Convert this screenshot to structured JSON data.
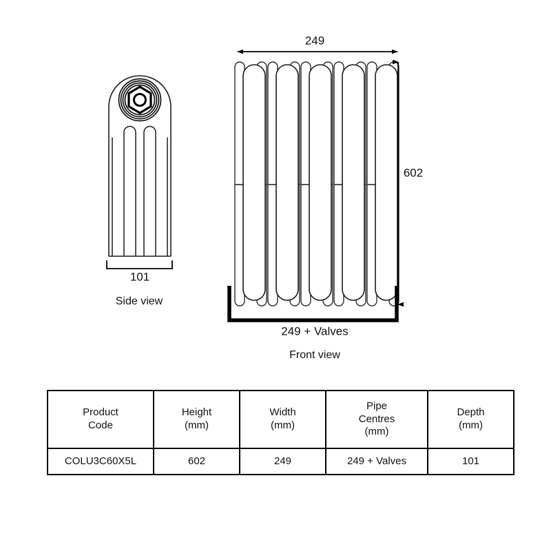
{
  "drawing": {
    "side_view": {
      "label": "Side view",
      "depth_dimension": "101",
      "valve_icon": "hex-nut-valve-icon"
    },
    "front_view": {
      "label": "Front view",
      "width_dimension": "249",
      "height_dimension": "602",
      "pipe_centres_dimension": "249 + Valves",
      "column_count": 5
    }
  },
  "table": {
    "headers": [
      {
        "title": "Product",
        "unit": "Code"
      },
      {
        "title": "Height",
        "unit": "(mm)"
      },
      {
        "title": "Width",
        "unit": "(mm)"
      },
      {
        "title": "Pipe",
        "unit": "Centres",
        "unit2": "(mm)"
      },
      {
        "title": "Depth",
        "unit": "(mm)"
      }
    ],
    "rows": [
      {
        "product_code": "COLU3C60X5L",
        "height": "602",
        "width": "249",
        "pipe_centres": "249 + Valves",
        "depth": "101"
      }
    ]
  },
  "colors": {
    "line": "#1a1a1a",
    "dimension": "#000000",
    "background": "#ffffff",
    "table_border": "#000000"
  }
}
